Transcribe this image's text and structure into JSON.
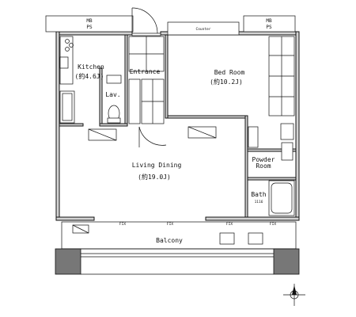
{
  "plan": {
    "rooms": {
      "kitchen": {
        "name": "Kitchen",
        "area": "(約4.6J)"
      },
      "entrance": {
        "name": "Entrance"
      },
      "lav": {
        "name": "Lav."
      },
      "bedroom": {
        "name": "Bed Room",
        "area": "(約10.2J)"
      },
      "living": {
        "name": "Living Dining",
        "area": "(約19.0J)"
      },
      "powder": {
        "name": "Powder",
        "name2": "Room"
      },
      "bath": {
        "name": "Bath",
        "area": "1116"
      },
      "balcony": {
        "name": "Balcony"
      }
    },
    "shafts": {
      "left": {
        "line1": "MB",
        "line2": "PS"
      },
      "right": {
        "line1": "MB",
        "line2": "PS"
      }
    },
    "labels": {
      "counter": "Counter",
      "fix": "FIX"
    }
  },
  "colors": {
    "wall": "#d4d4d4",
    "line": "#111111",
    "column": "#777777"
  }
}
